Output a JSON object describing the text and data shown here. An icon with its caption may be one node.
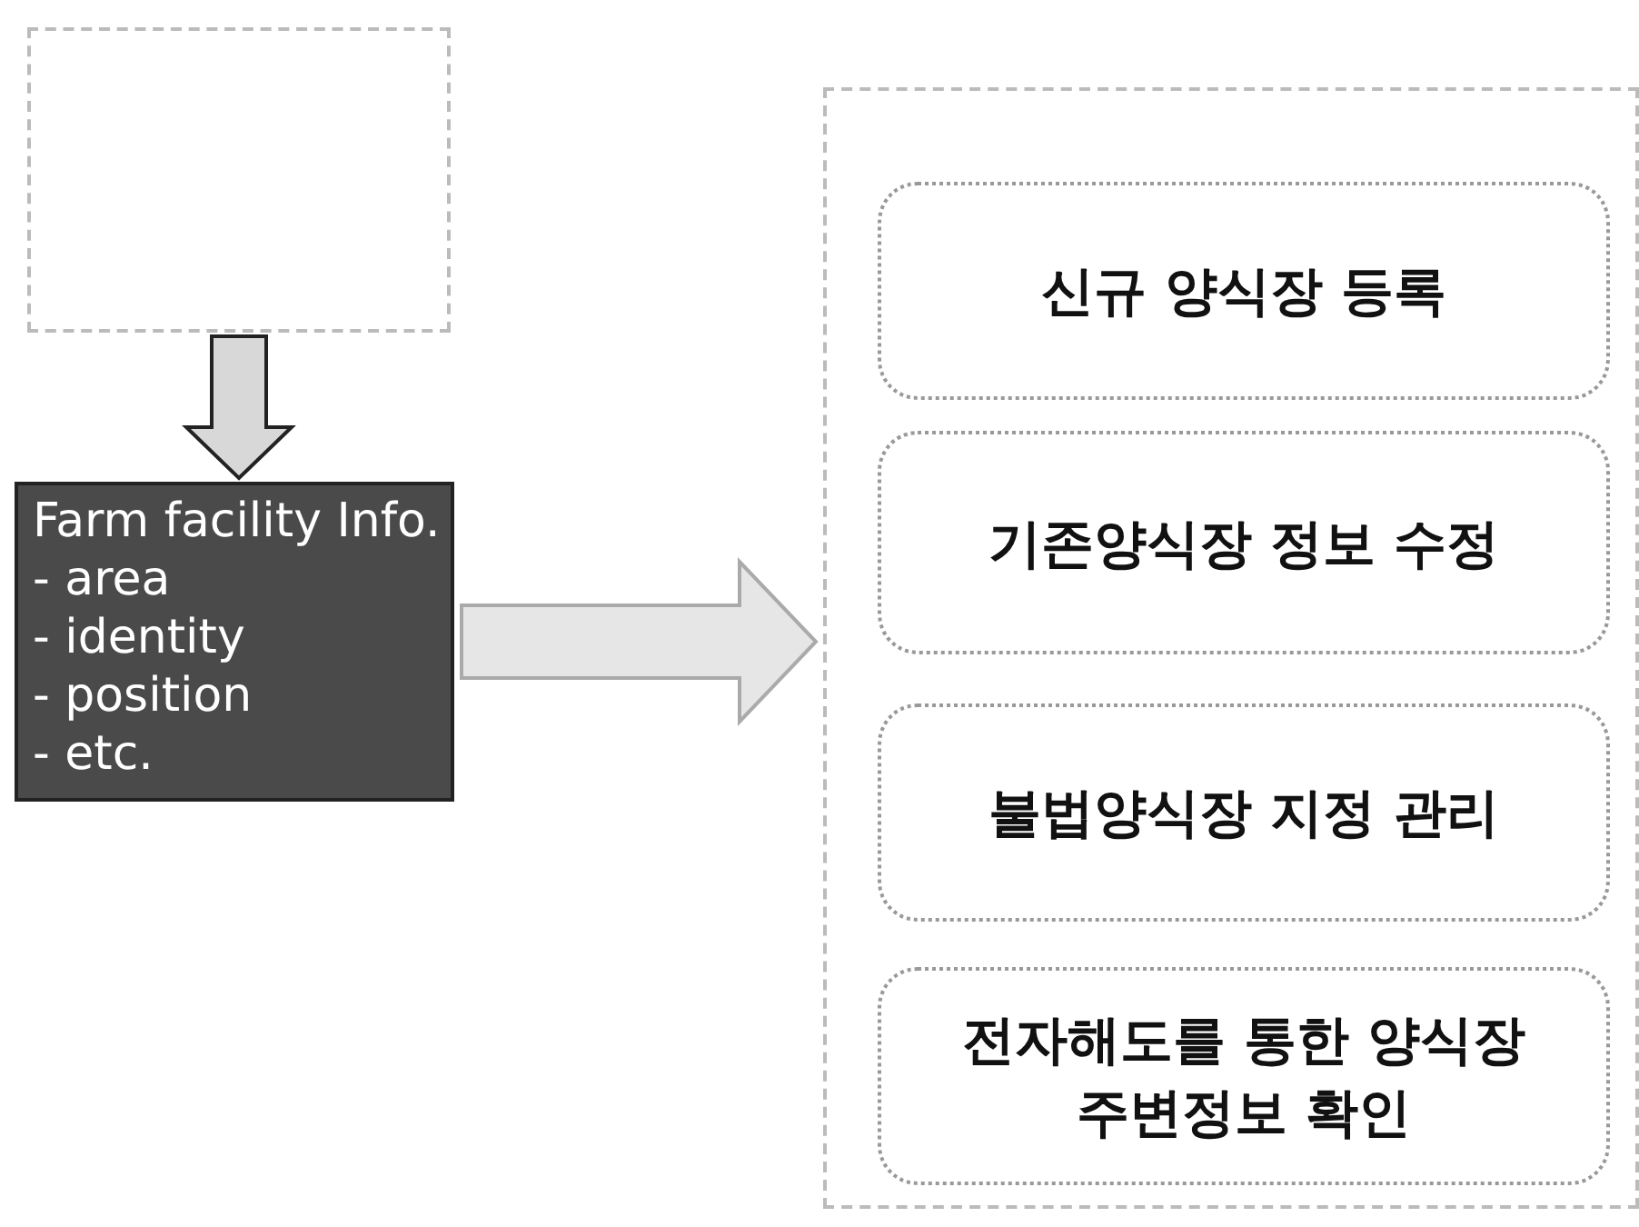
{
  "diagram": {
    "nodes": [
      {
        "text": [],
        "shape": "box"
      },
      {
        "text": [
          "Farm facility Info.",
          "- area",
          "- identity",
          "- position",
          "- etc."
        ]
      },
      {
        "text": [],
        "shape": "box"
      },
      {
        "text": [
          "신규 양식장 등록"
        ],
        "in": 2
      },
      {
        "text": [
          "기존양식장 정보 수정"
        ],
        "in": 2
      },
      {
        "text": [
          "불법양식장 지정 관리"
        ],
        "in": 2
      },
      {
        "text": [
          "전자해도를 통한 양식장 주변정보 확인"
        ],
        "in": 2
      }
    ],
    "edges": [
      {
        "from": 0,
        "to": 1,
        "arrow": "to"
      },
      {
        "from": 1,
        "to": 2,
        "arrow": "to"
      }
    ]
  }
}
